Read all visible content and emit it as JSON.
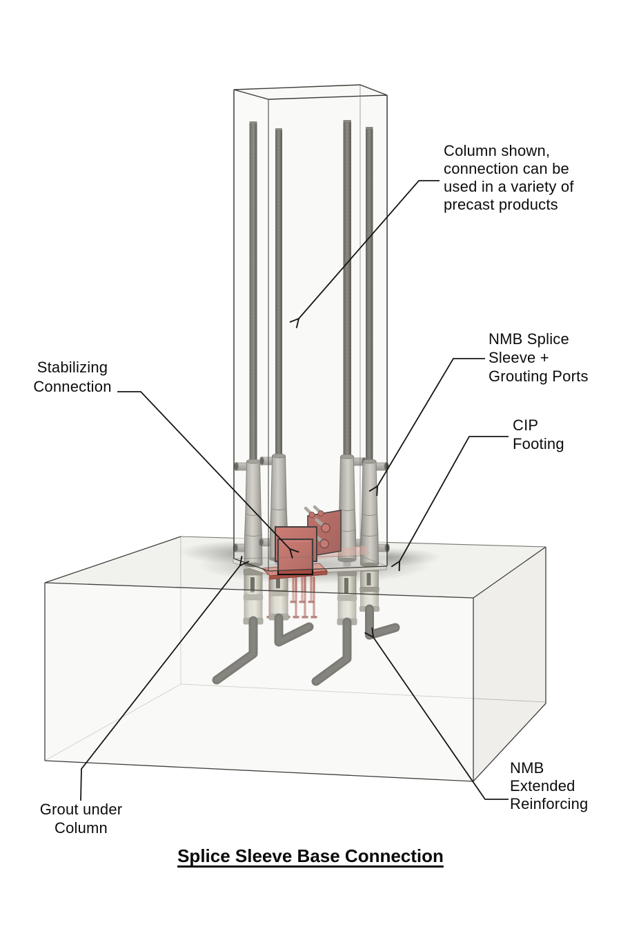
{
  "title": {
    "text": "Splice Sleeve Base Connection"
  },
  "annotations": {
    "column_note": "Column shown,\nconnection can be\nused in a variety of\nprecast products",
    "splice_sleeve": "NMB Splice\nSleeve +\nGrouting Ports",
    "cip_footing": "CIP\nFooting",
    "stabilizing": "Stabilizing\nConnection",
    "grout": "Grout under\nColumn",
    "extended_reinforcing": "NMB\nExtended\nReinforcing"
  },
  "colors": {
    "background": "#ffffff",
    "annotation_line": "#151515",
    "text": "#0c0c0c",
    "connection_red": "#b3544b",
    "sleeve_gray": "#aaa89e",
    "rebar_gray": "#55534a",
    "concrete_edge": "#3f3e3a",
    "concrete_fill": "#f5f5f2"
  },
  "diagram_parts": [
    "precast-column",
    "column-rebar",
    "nmb-splice-sleeve",
    "grouting-ports",
    "stabilizing-connection",
    "grout-pad",
    "cip-footing",
    "grout-coupler",
    "nmb-extended-reinforcing"
  ]
}
